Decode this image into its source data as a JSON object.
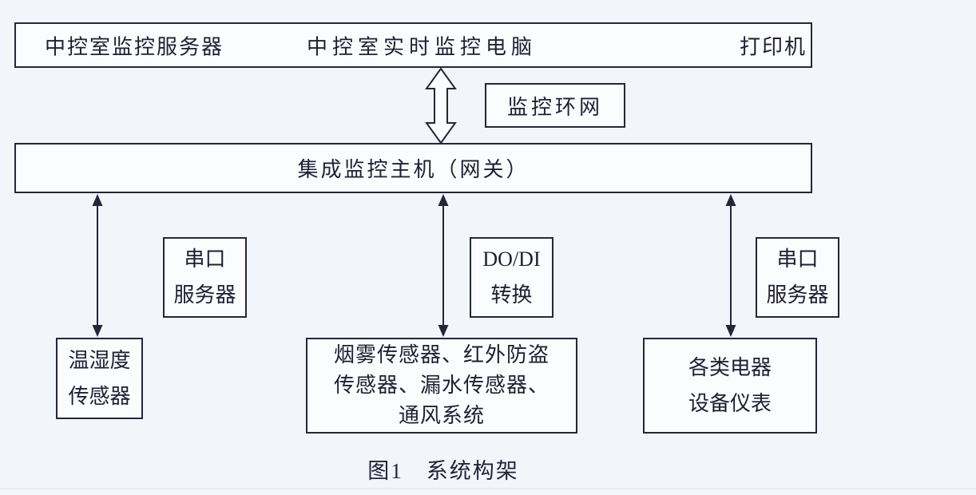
{
  "figure": {
    "caption": "图1　系统构架",
    "top_box": {
      "server": "中控室监控服务器",
      "realtime_pc": "中控室实时监控电脑",
      "printer": "打印机"
    },
    "ring_network": {
      "label": "监控环网"
    },
    "gateway": {
      "label": "集成监控主机（网关）"
    },
    "converters": {
      "left_serial": "串口\n服务器",
      "dodi": "DO/DI\n转换",
      "right_serial": "串口\n服务器"
    },
    "devices": {
      "temp_humidity": "温湿度\n传感器",
      "sensor_group": "烟雾传感器、红外防盗\n传感器、漏水传感器、\n通风系统",
      "electric": "各类电器\n设备仪表"
    },
    "colors": {
      "background": "#f2f5f9",
      "box_fill": "#fbfcfe",
      "border": "#26263a",
      "text": "#1f1f33"
    }
  }
}
